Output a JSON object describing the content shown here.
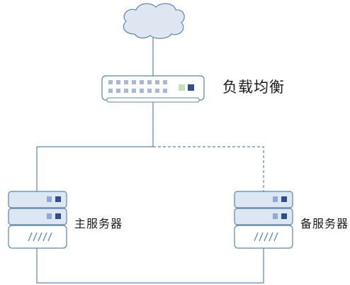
{
  "nodes": {
    "load_balancer": {
      "label": "负载均衡"
    },
    "primary_server": {
      "label": "主服务器"
    },
    "backup_server": {
      "label": "备服务器"
    }
  },
  "links": [
    {
      "from": "cloud",
      "to": "load_balancer",
      "style": "solid"
    },
    {
      "from": "load_balancer",
      "to": "primary_server",
      "style": "solid"
    },
    {
      "from": "load_balancer",
      "to": "backup_server",
      "style": "dashed"
    },
    {
      "from": "primary_server",
      "to": "backup_server",
      "style": "solid"
    }
  ],
  "colors": {
    "stroke": "#5b86ad",
    "fill_light": "#dde6f3",
    "cloud_fill": "#dee6f1",
    "port": "#a7b8d9",
    "led_green": "#c5dfb6",
    "led_blue": "#2f4f8f",
    "server_led_light": "#8ea7d6",
    "server_led_dark": "#2f4f8f"
  }
}
